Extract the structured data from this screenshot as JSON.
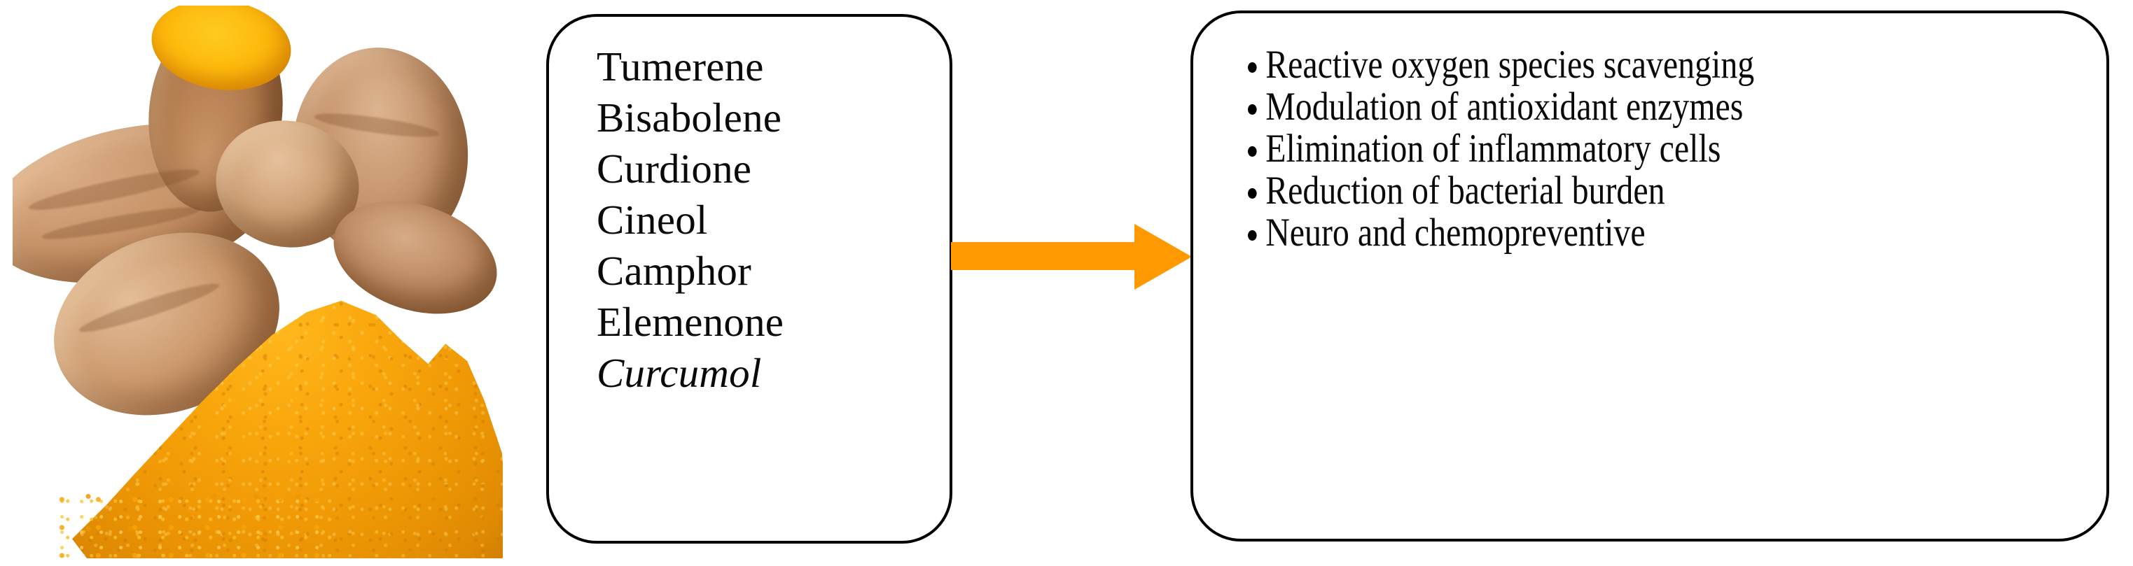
{
  "figure": {
    "type": "flow-diagram",
    "orientation": "left-to-right",
    "accent_color": "#FF9900",
    "box_border_color": "#000000",
    "background_color": "#FFFFFF"
  },
  "photo": {
    "alt": "turmeric-rhizome-and-powder",
    "subject": "Turmeric rhizomes with a pile of ground turmeric powder",
    "colors": {
      "powder": "#F9A60C",
      "cut_face": "#FDB90C",
      "rhizome": "#C4926A"
    }
  },
  "middle_box": {
    "name": "phytochemical-constituents",
    "items": [
      {
        "label": "Tumerene",
        "style": "normal"
      },
      {
        "label": "Bisabolene",
        "style": "normal"
      },
      {
        "label": "Curdione",
        "style": "normal"
      },
      {
        "label": "Cineol",
        "style": "normal"
      },
      {
        "label": "Camphor",
        "style": "normal"
      },
      {
        "label": "Elemenone",
        "style": "normal"
      },
      {
        "label": "Curcumol",
        "style": "italic"
      }
    ]
  },
  "arrow": {
    "name": "flow-arrow",
    "direction": "right",
    "color": "#FF9900"
  },
  "right_box": {
    "name": "biological-effects",
    "bullet_glyph": "•",
    "items": [
      "Reactive oxygen species scavenging",
      "Modulation of antioxidant enzymes",
      "Elimination of inflammatory cells",
      "Reduction of bacterial burden",
      "Neuro and chemopreventive"
    ]
  }
}
